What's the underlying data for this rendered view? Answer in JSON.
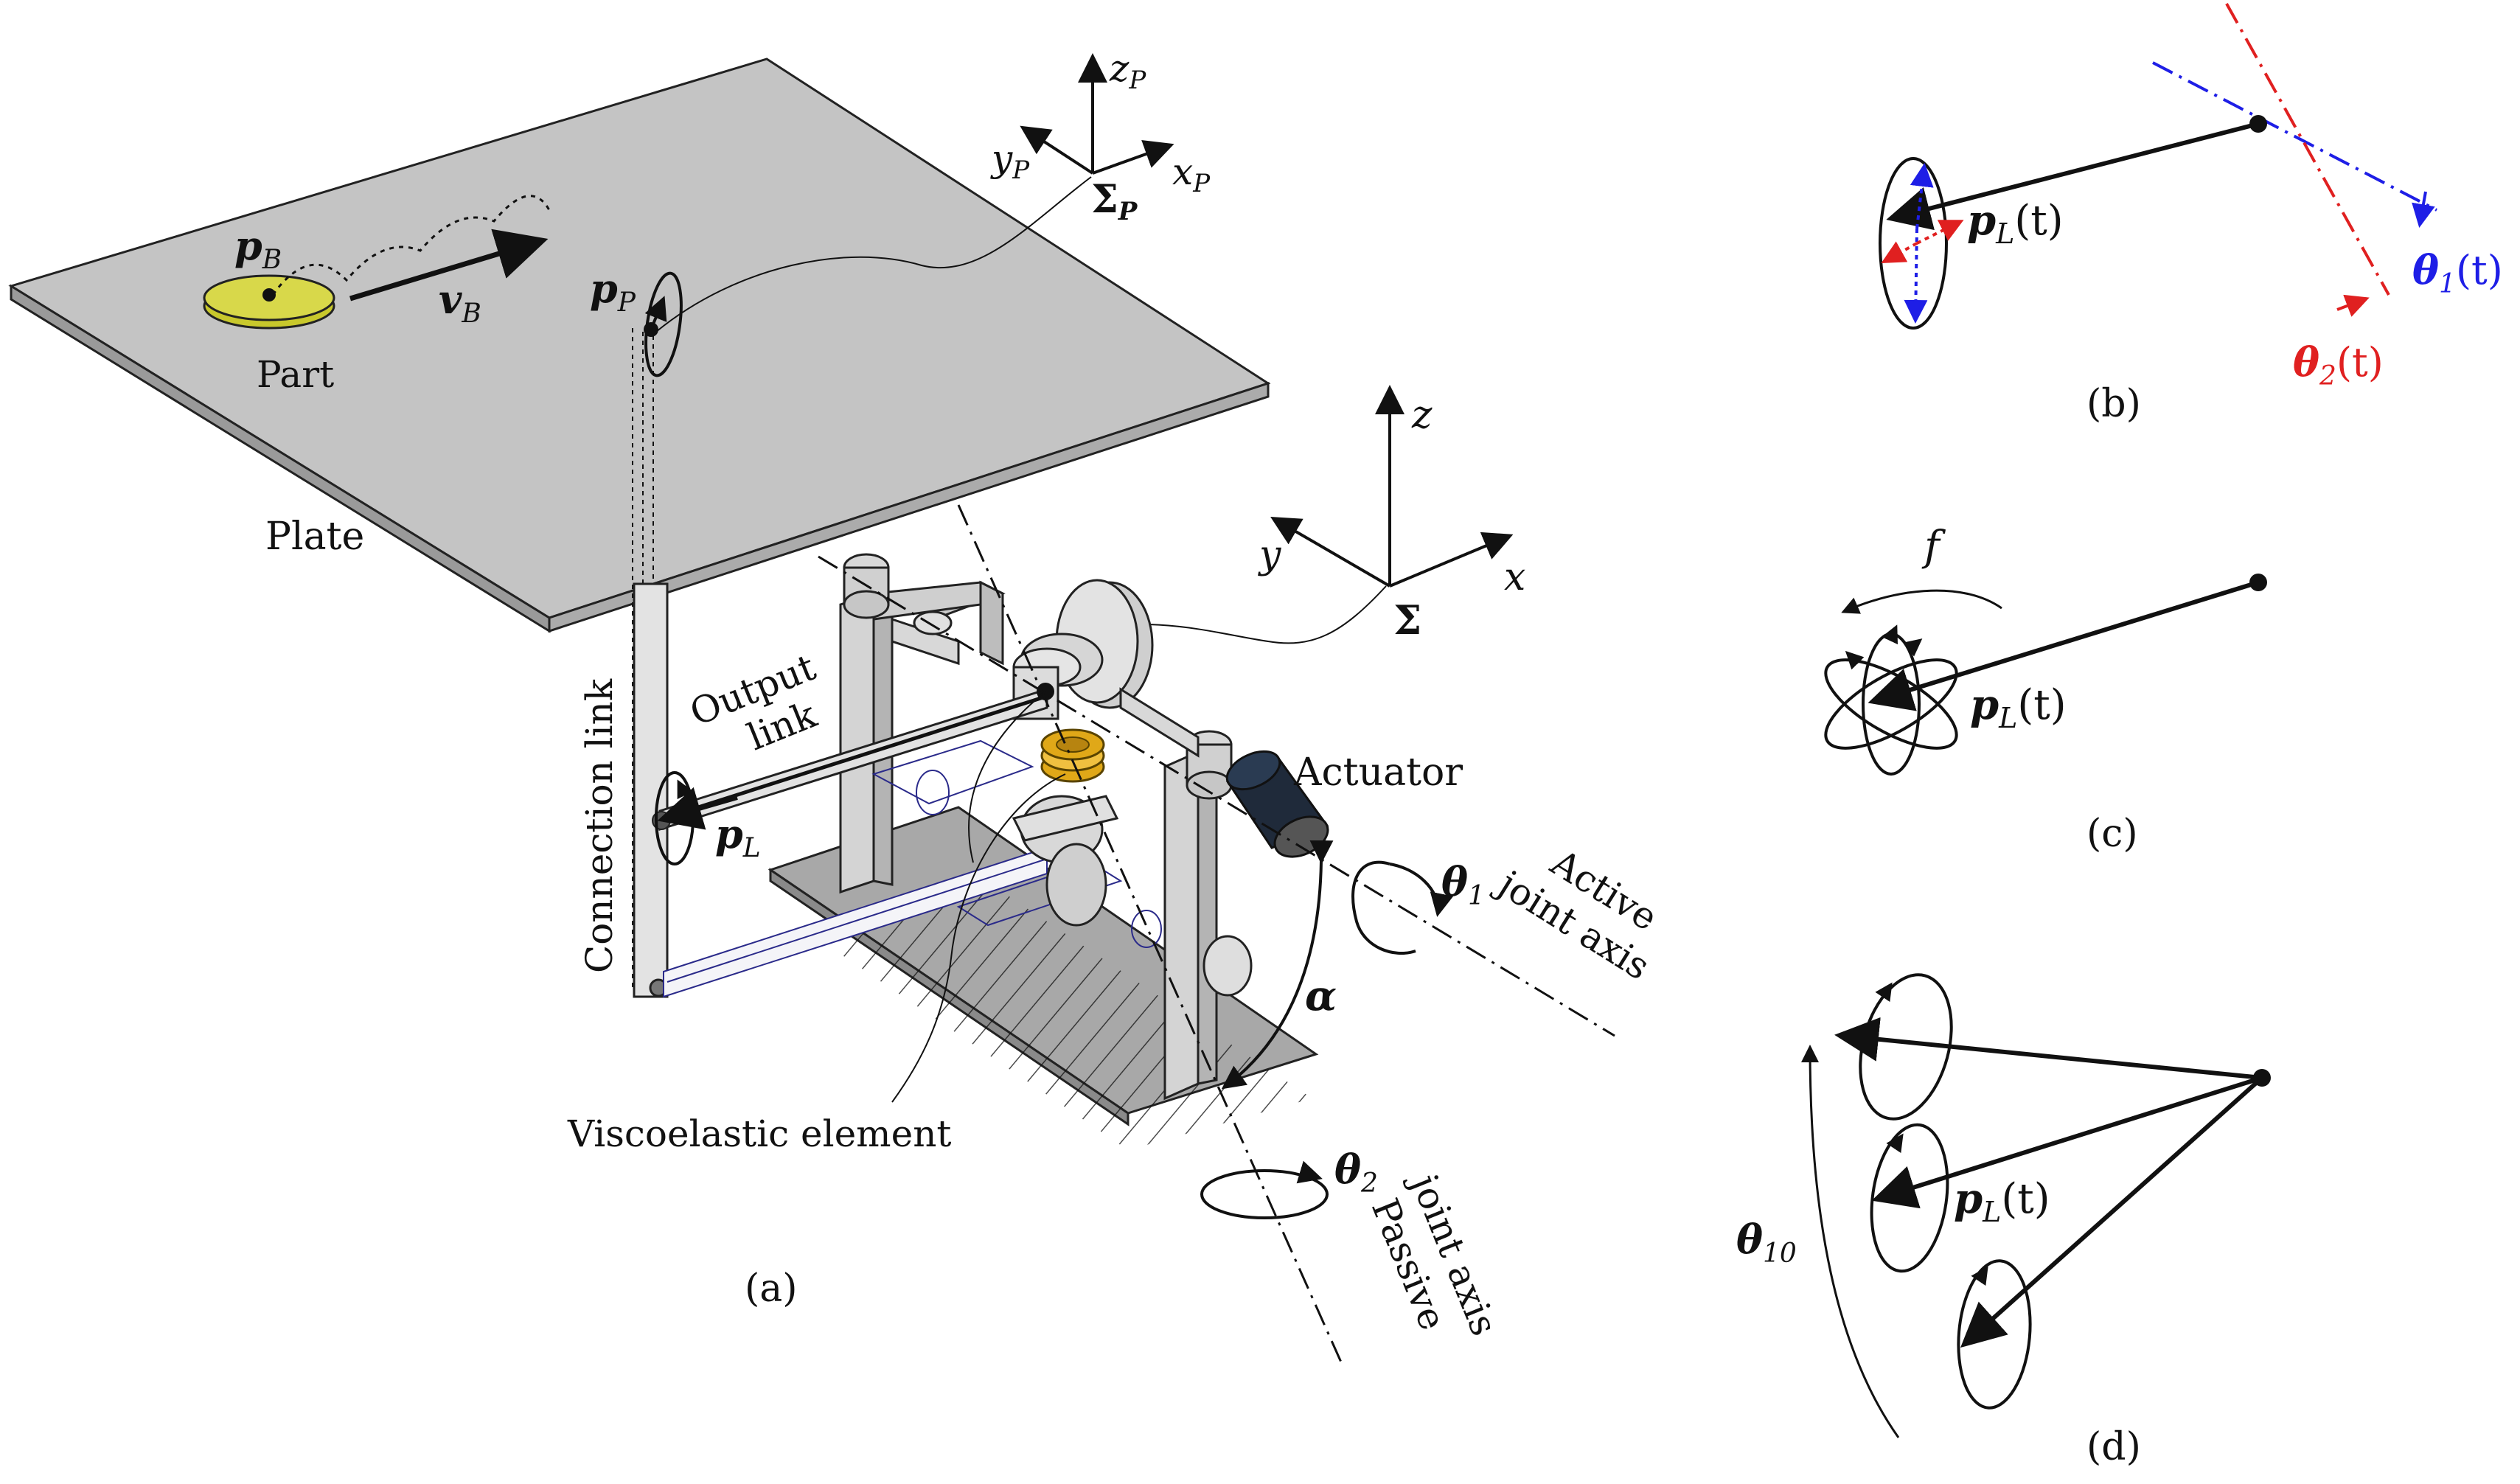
{
  "labels": {
    "a": {
      "z_P": "z",
      "z_P_sub": "P",
      "y_P": "y",
      "y_P_sub": "P",
      "x_P": "x",
      "x_P_sub": "P",
      "Sigma_P": "Σ",
      "Sigma_P_sub": "P",
      "p_B": "p",
      "p_B_sub": "B",
      "v_B": "v",
      "v_B_sub": "B",
      "p_P": "p",
      "p_P_sub": "P",
      "part": "Part",
      "plate": "Plate",
      "z": "z",
      "y": "y",
      "x": "x",
      "Sigma": "Σ",
      "output_link_1": "Output",
      "output_link_2": "link",
      "connection_link": "Connection link",
      "p_L": "p",
      "p_L_sub": "L",
      "actuator": "Actuator",
      "theta1": "θ",
      "theta1_sub": "1",
      "active_1": "Active",
      "active_2": "joint axis",
      "alpha": "α",
      "theta2": "θ",
      "theta2_sub": "2",
      "passive_1": "Passive",
      "passive_2": "joint axis",
      "viscoelastic": "Viscoelastic element",
      "caption": "(a)"
    },
    "b": {
      "pL": "p",
      "pL_sub": "L",
      "pL_arg": "(t)",
      "theta1": "θ",
      "theta1_sub": "1",
      "theta1_arg": "(t)",
      "theta2": "θ",
      "theta2_sub": "2",
      "theta2_arg": "(t)",
      "caption": "(b)"
    },
    "c": {
      "f": "f",
      "pL": "p",
      "pL_sub": "L",
      "pL_arg": "(t)",
      "caption": "(c)"
    },
    "d": {
      "pL": "p",
      "pL_sub": "L",
      "pL_arg": "(t)",
      "theta10": "θ",
      "theta10_sub": "10",
      "caption": "(d)"
    }
  },
  "colors": {
    "plate": "#c4c4c4",
    "part": "#d8d84a",
    "frame": "#cfcfcf",
    "actuator": "#1f2a3a",
    "viscoelastic": "#e0a818",
    "blue_axis": "#1e1ee6",
    "red_axis": "#e02020"
  }
}
